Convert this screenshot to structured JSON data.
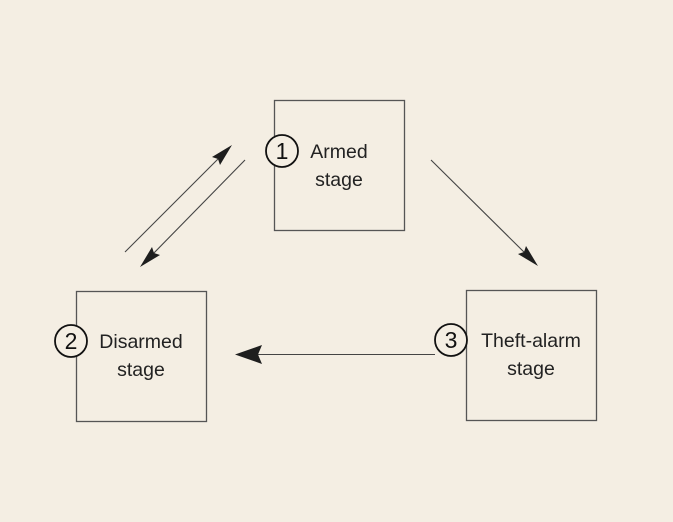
{
  "diagram": {
    "background": "#f4eee3",
    "nodes": [
      {
        "id": "armed",
        "number": "1",
        "line1": "Armed",
        "line2": "stage"
      },
      {
        "id": "disarmed",
        "number": "2",
        "line1": "Disarmed",
        "line2": "stage"
      },
      {
        "id": "theft",
        "number": "3",
        "line1": "Theft-alarm",
        "line2": "stage"
      }
    ],
    "edges": [
      {
        "from": "disarmed",
        "to": "armed"
      },
      {
        "from": "armed",
        "to": "disarmed"
      },
      {
        "from": "armed",
        "to": "theft"
      },
      {
        "from": "theft",
        "to": "disarmed"
      }
    ]
  }
}
